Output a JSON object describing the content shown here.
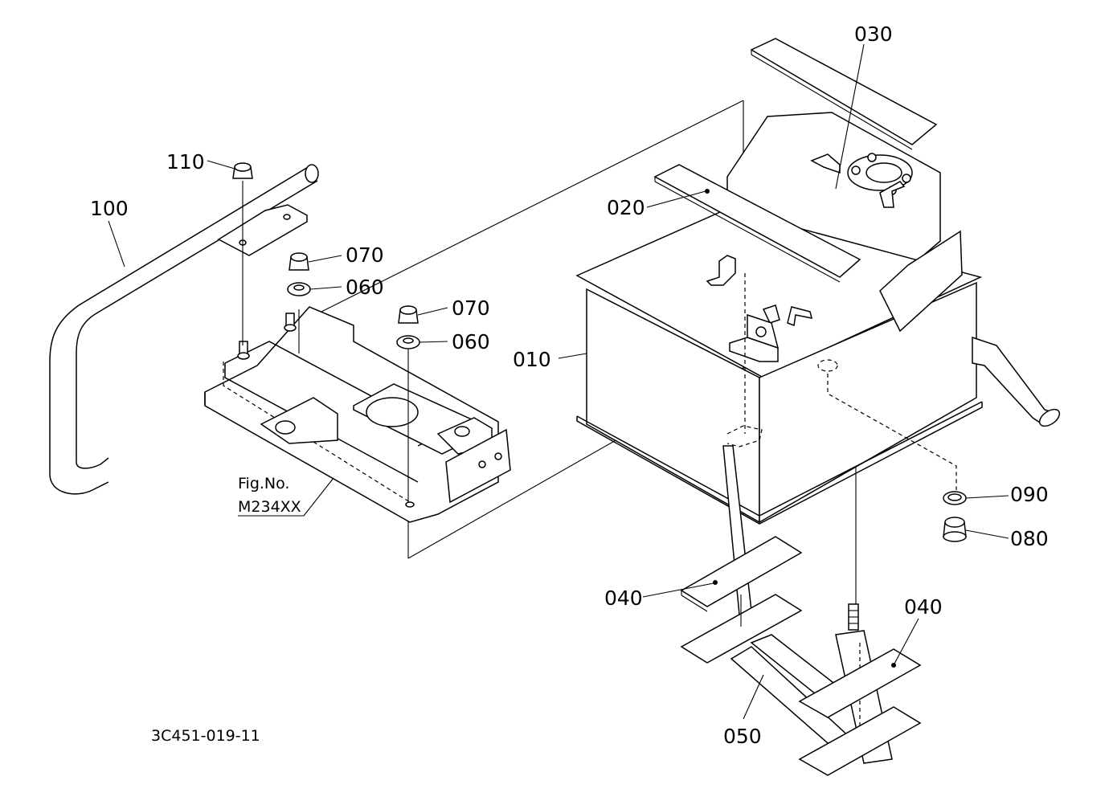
{
  "parts": {
    "p010": "010",
    "p020": "020",
    "p030": "030",
    "p040a": "040",
    "p040b": "040",
    "p050": "050",
    "p060a": "060",
    "p060b": "060",
    "p070a": "070",
    "p070b": "070",
    "p080": "080",
    "p090": "090",
    "p100": "100",
    "p110": "110"
  },
  "reference": {
    "line1": "Fig.No.",
    "line2": "M234XX"
  },
  "drawing_number": "3C451-019-11"
}
